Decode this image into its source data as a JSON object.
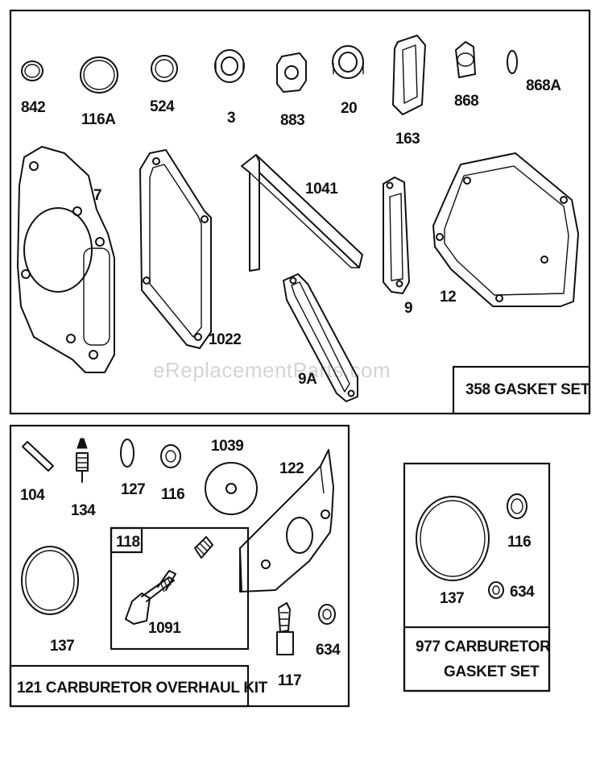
{
  "watermark": "eReplacementParts.com",
  "kits": {
    "gasket_set": "358 GASKET SET",
    "carb_overhaul": "121 CARBURETOR OVERHAUL KIT",
    "carb_gasket_line1": "977 CARBURETOR",
    "carb_gasket_line2": "GASKET SET",
    "inner_kit": "118"
  },
  "parts": {
    "p842": "842",
    "p116A": "116A",
    "p524": "524",
    "p3": "3",
    "p883": "883",
    "p20": "20",
    "p163": "163",
    "p868": "868",
    "p868A": "868A",
    "p7": "7",
    "p1022": "1022",
    "p1041": "1041",
    "p9": "9",
    "p9A": "9A",
    "p12": "12",
    "p104": "104",
    "p134": "134",
    "p127": "127",
    "p116": "116",
    "p1039": "1039",
    "p122": "122",
    "p137": "137",
    "p1091": "1091",
    "p117": "117",
    "p634": "634",
    "p116b": "116",
    "p137b": "137",
    "p634b": "634"
  }
}
